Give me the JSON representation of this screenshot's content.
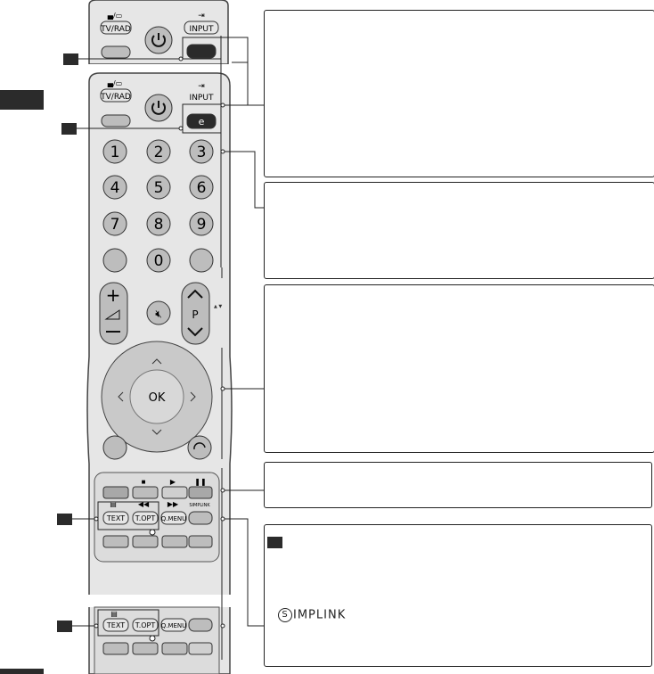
{
  "remote_top": {
    "tvrad": "TV/RAD",
    "input": "INPUT"
  },
  "remote_main": {
    "tvrad": "TV/RAD",
    "input": "INPUT",
    "digits": [
      "1",
      "2",
      "3",
      "4",
      "5",
      "6",
      "7",
      "8",
      "9",
      "0"
    ],
    "p": "P",
    "ok": "OK"
  },
  "lower_a": {
    "text": "TEXT",
    "topt": "T.OPT",
    "q_menu": "Q.MENU",
    "simplink": "SIMPLINK"
  },
  "lower_b": {
    "text": "TEXT",
    "topt": "T.OPT",
    "q_menu": "Q.MENU"
  },
  "simplink_logo": "SIMPLINK",
  "colors": {
    "remote_body": "#e6e6e6",
    "button_grey": "#bdbdbd",
    "dark_tab": "#2b2b2b"
  }
}
